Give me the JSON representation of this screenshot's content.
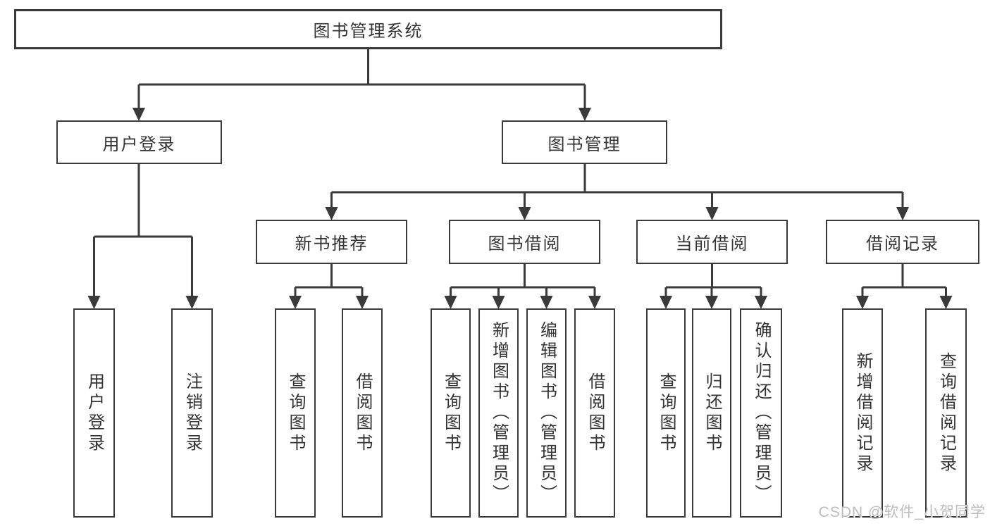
{
  "diagram": {
    "root": "图书管理系统",
    "level2": {
      "user_login": "用户登录",
      "book_mgmt": "图书管理"
    },
    "level3": {
      "new_book": "新书推荐",
      "book_borrow": "图书借阅",
      "current_borrow": "当前借阅",
      "borrow_record": "借阅记录"
    },
    "leaves": {
      "user_login_1": "用户登录",
      "user_login_2": "注销登录",
      "new_book_1": "查询图书",
      "new_book_2": "借阅图书",
      "book_borrow_1": "查询图书",
      "book_borrow_2": "新增图书（管理员）",
      "book_borrow_3": "编辑图书（管理员）",
      "book_borrow_4": "借阅图书",
      "current_borrow_1": "查询图书",
      "current_borrow_2": "归还图书",
      "current_borrow_3": "确认归还（管理员）",
      "borrow_record_1": "新增借阅记录",
      "borrow_record_2": "查询借阅记录"
    }
  },
  "watermark": {
    "text": "CSDN @软件_小贺同学"
  },
  "colors": {
    "line": "#3a3a3a",
    "text": "#333333",
    "watermark": "#bdbdbd"
  }
}
